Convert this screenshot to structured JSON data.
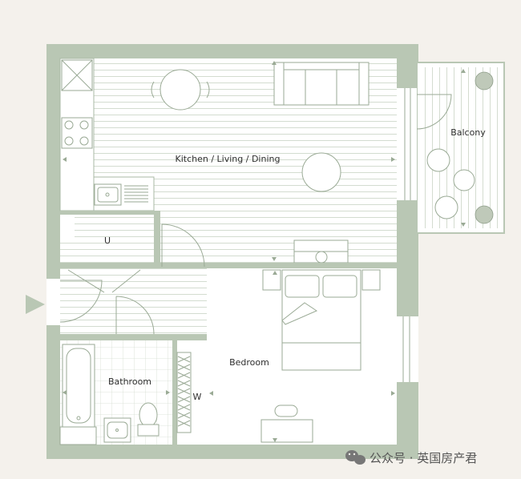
{
  "rooms": {
    "kitchen_living_dining": "Kitchen / Living / Dining",
    "balcony": "Balcony",
    "utility": "U",
    "bathroom": "Bathroom",
    "bedroom": "Bedroom",
    "wardrobe": "W"
  },
  "watermark": {
    "text": "公众号 · 英国房产君",
    "icon": "wechat-icon"
  },
  "colors": {
    "wall": "#b9c7b4",
    "floor_line": "#a9b9a4",
    "fixture": "#9aaa95",
    "room_fill": "#ffffff",
    "background": "#f4f1ec",
    "entrance_arrow": "#b9c7b4"
  }
}
